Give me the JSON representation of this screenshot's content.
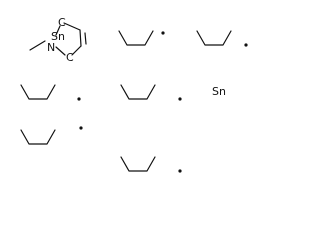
{
  "structure": {
    "ring_atoms": {
      "sn_ring": "Sn",
      "n": "N",
      "c_top": "C",
      "c_bottom": "C"
    },
    "standalone_atom": "Sn",
    "butyl_radical_count": 6,
    "colors": {
      "ink": "#111111",
      "background": "#ffffff"
    }
  }
}
